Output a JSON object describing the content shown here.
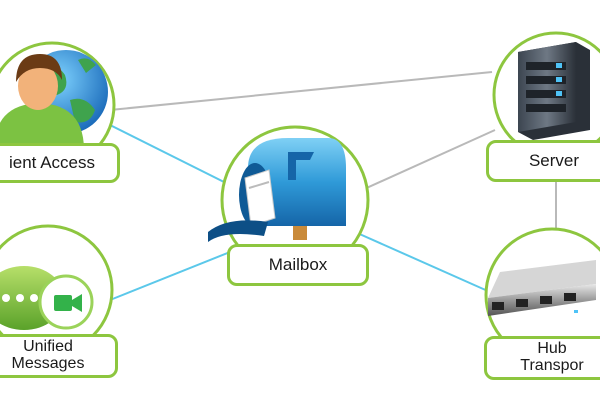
{
  "colors": {
    "node_ring": "#8dc63f",
    "mailbox_link": "#5bc8ea",
    "server_link": "#b9b9b9"
  },
  "nodes": {
    "client_access": {
      "label": "ient Access",
      "icon": "user-globe-icon"
    },
    "server": {
      "label": "Server",
      "icon": "server-tower-icon"
    },
    "mailbox": {
      "label": "Mailbox",
      "icon": "mailbox-icon"
    },
    "unified_messages": {
      "label_line1": "Unified",
      "label_line2": "Messages",
      "icon": "chat-video-icon"
    },
    "hub_transport": {
      "label_line1": "Hub",
      "label_line2": "Transpor",
      "icon": "usb-hub-icon"
    }
  },
  "links": [
    {
      "from": "client_access",
      "to": "server",
      "style": "gray"
    },
    {
      "from": "client_access",
      "to": "mailbox",
      "style": "blue"
    },
    {
      "from": "mailbox",
      "to": "server",
      "style": "gray"
    },
    {
      "from": "mailbox",
      "to": "unified_messages",
      "style": "blue"
    },
    {
      "from": "mailbox",
      "to": "hub_transport",
      "style": "blue"
    },
    {
      "from": "server",
      "to": "hub_transport",
      "style": "gray"
    }
  ]
}
